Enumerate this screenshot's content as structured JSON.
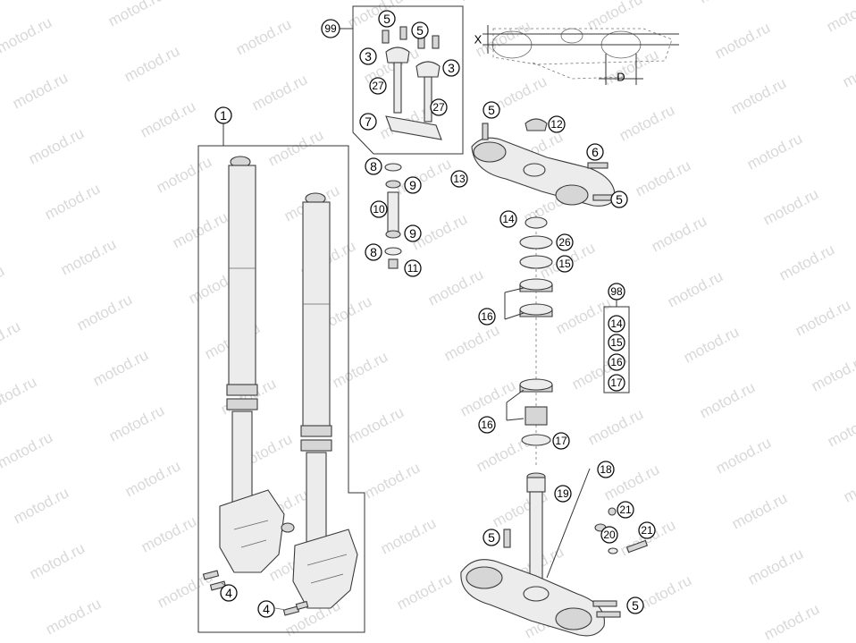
{
  "watermark": "motod.ru",
  "callouts": {
    "c1": "1",
    "c3a": "3",
    "c3b": "3",
    "c4a": "4",
    "c4b": "4",
    "c5a": "5",
    "c5b": "5",
    "c5c": "5",
    "c5d": "5",
    "c5e": "5",
    "c5f": "5",
    "c6": "6",
    "c7": "7",
    "c8a": "8",
    "c8b": "8",
    "c9a": "9",
    "c9b": "9",
    "c10": "10",
    "c11": "11",
    "c12": "12",
    "c13": "13",
    "c14a": "14",
    "c15a": "15",
    "c16a": "16",
    "c16b": "16",
    "c17a": "17",
    "c18": "18",
    "c19": "19",
    "c20": "20",
    "c21a": "21",
    "c21b": "21",
    "c26": "26",
    "c27a": "27",
    "c27b": "27",
    "c98": "98",
    "c99": "99",
    "kit98_14": "14",
    "kit98_15": "15",
    "kit98_16": "16",
    "kit98_17": "17"
  },
  "dimensions": {
    "x_label": "X",
    "d_label": "D"
  }
}
